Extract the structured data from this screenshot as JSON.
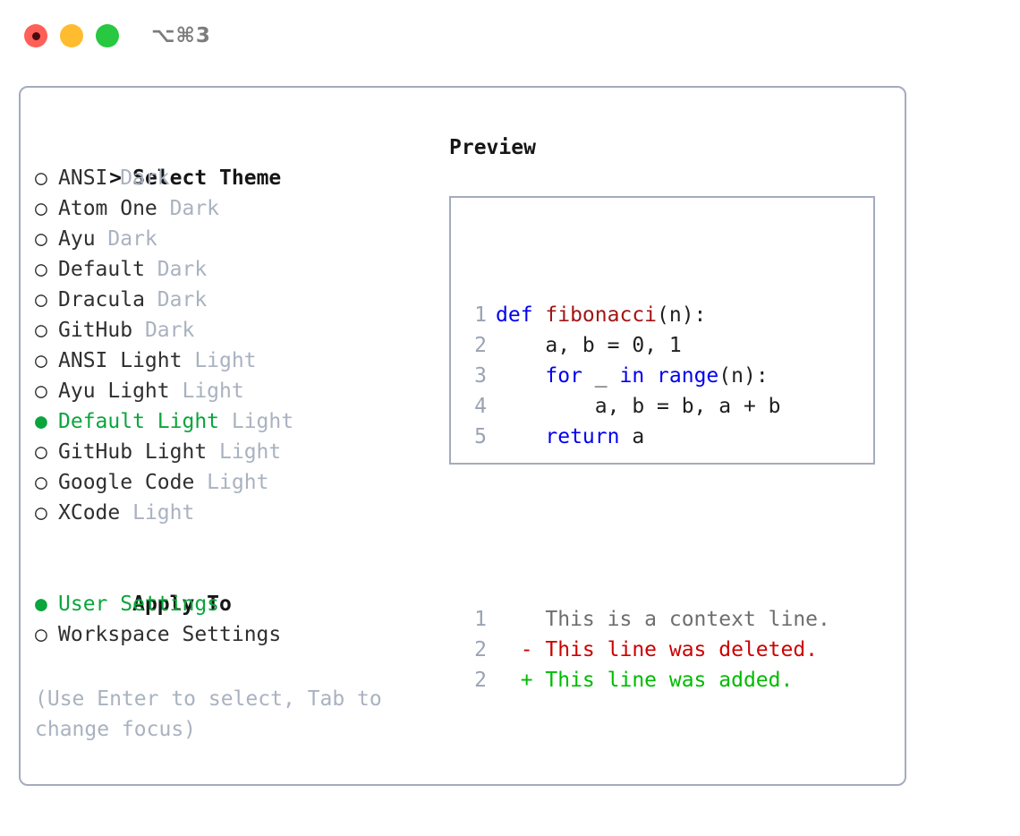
{
  "window": {
    "shortcut": "⌥⌘3",
    "controls": [
      {
        "name": "close",
        "color": "#ff5f57"
      },
      {
        "name": "minimize",
        "color": "#febc2e"
      },
      {
        "name": "maximize",
        "color": "#28c840"
      }
    ]
  },
  "theme_picker": {
    "heading_prefix": "> ",
    "heading": "Select Theme",
    "bullet_unselected": "○",
    "bullet_selected": "●",
    "items": [
      {
        "label": "ANSI",
        "tag": "Dark",
        "selected": false
      },
      {
        "label": "Atom One",
        "tag": "Dark",
        "selected": false
      },
      {
        "label": "Ayu",
        "tag": "Dark",
        "selected": false
      },
      {
        "label": "Default",
        "tag": "Dark",
        "selected": false
      },
      {
        "label": "Dracula",
        "tag": "Dark",
        "selected": false
      },
      {
        "label": "GitHub",
        "tag": "Dark",
        "selected": false
      },
      {
        "label": "ANSI Light",
        "tag": "Light",
        "selected": false
      },
      {
        "label": "Ayu Light",
        "tag": "Light",
        "selected": false
      },
      {
        "label": "Default Light",
        "tag": "Light",
        "selected": true
      },
      {
        "label": "GitHub Light",
        "tag": "Light",
        "selected": false
      },
      {
        "label": "Google Code",
        "tag": "Light",
        "selected": false
      },
      {
        "label": "XCode",
        "tag": "Light",
        "selected": false
      }
    ]
  },
  "apply_to": {
    "heading": "Apply To",
    "items": [
      {
        "label": "User Settings",
        "selected": true
      },
      {
        "label": "Workspace Settings",
        "selected": false
      }
    ]
  },
  "hint": "(Use Enter to select, Tab to change focus)",
  "preview": {
    "title": "Preview",
    "code_lines": [
      {
        "number": "1",
        "tokens": [
          {
            "text": "def ",
            "style": "kw"
          },
          {
            "text": "fibonacci",
            "style": "fn"
          },
          {
            "text": "(n):",
            "style": "pl"
          }
        ]
      },
      {
        "number": "2",
        "tokens": [
          {
            "text": "    a, b = 0, 1",
            "style": "pl"
          }
        ]
      },
      {
        "number": "3",
        "tokens": [
          {
            "text": "    ",
            "style": "pl"
          },
          {
            "text": "for",
            "style": "kw"
          },
          {
            "text": " _ ",
            "style": "pl"
          },
          {
            "text": "in",
            "style": "kw"
          },
          {
            "text": " ",
            "style": "pl"
          },
          {
            "text": "range",
            "style": "kw"
          },
          {
            "text": "(n):",
            "style": "pl"
          }
        ]
      },
      {
        "number": "4",
        "tokens": [
          {
            "text": "        a, b = b, a + b",
            "style": "pl"
          }
        ]
      },
      {
        "number": "5",
        "tokens": [
          {
            "text": "    ",
            "style": "pl"
          },
          {
            "text": "return",
            "style": "kw"
          },
          {
            "text": " a",
            "style": "pl"
          }
        ]
      }
    ],
    "diff_lines": [
      {
        "number": "1",
        "marker": " ",
        "text": " This is a context line.",
        "style": "ctx"
      },
      {
        "number": "2",
        "marker": "-",
        "text": " This line was deleted.",
        "style": "del"
      },
      {
        "number": "2",
        "marker": "+",
        "text": " This line was added.",
        "style": "add"
      }
    ]
  },
  "colors": {
    "accent_green": "#0aa53c",
    "border": "#a3acbb",
    "dim_text": "#a9b2c0",
    "keyword_blue": "#0000ee",
    "function_red": "#a31515",
    "diff_add": "#00bb00",
    "diff_del": "#cc0000",
    "background": "#ffffff"
  }
}
